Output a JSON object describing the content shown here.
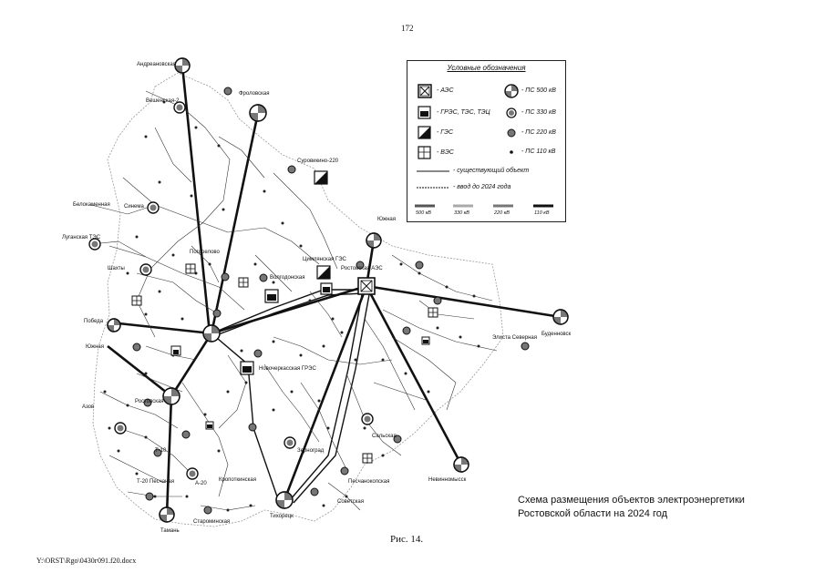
{
  "page_number": "172",
  "figure_caption": "Рис. 14.",
  "footer_path": "Y:\\ORST\\Rgo\\0430г091.f20.docx",
  "schema_title_line1": "Схема размещения объектов электроэнергетики",
  "schema_title_line2": "Ростовской области на 2024 год",
  "legend": {
    "title": "Условные обозначения",
    "aes": "- АЭС",
    "gres": "- ГРЭС, ТЭС, ТЭЦ",
    "ges": "- ГЭС",
    "ves": "- ВЭС",
    "ps500": "- ПС 500 кВ",
    "ps330": "- ПС 330 кВ",
    "ps220": "- ПС 220 кВ",
    "ps110": "- ПС 110 кВ",
    "existing": "- существующий объект",
    "planned": "- ввод до 2024 года",
    "v500": "500 кВ",
    "v330": "330 кВ",
    "v220": "220 кВ",
    "v110": "110 кВ"
  },
  "labels": {
    "andreevskaya": "Андреановская",
    "frolovskaya": "Фроловская",
    "veshenskaya": "Вешенская-2",
    "surovikino": "Суровикино-220",
    "belyaevskaya": "Белокаменная",
    "shakhty": "Шахты",
    "sinema": "Синема",
    "luganskaya": "Луганская ТЭС",
    "pogorelovo": "Погорелово",
    "tsimlyanskaya": "Цимлянская ГЭС",
    "rostovskaya_aes": "Ростовская АЭС",
    "yuzhnaya_top": "Южная",
    "volgodonsk": "Волгодонская",
    "pobeda": "Победа",
    "yuzhnaya_left": "Южная",
    "novocherkasskaya": "Новочеркасская ГРЭС",
    "budyonnovsk": "Буденновск",
    "elista": "Элиста Северная",
    "nevinnomyssk": "Невинномысск",
    "tikhoretsk": "Тихорецк",
    "taman": "Тамань",
    "azov": "Азов",
    "rostovskaya": "Ростовская",
    "t20": "Т-20 Песчаная",
    "t10": "Т-10",
    "a20": "А-20",
    "starominskaya": "Староминская",
    "kropotkinskaya": "Кропоткинская",
    "salsk": "Сальская",
    "peschanokopskaya": "Песчанокопская",
    "sovetskaya": "Советская",
    "zernograd": "Зерноград"
  }
}
